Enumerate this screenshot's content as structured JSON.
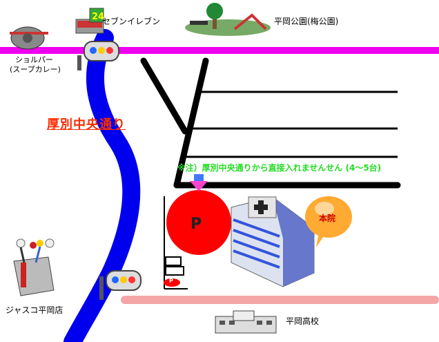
{
  "labels": {
    "seven_eleven": "セブンイレブン",
    "seven_eleven_badge": "24",
    "hiraoka_park": "平岡公園(梅公園)",
    "shorupa_1": "ショルパー",
    "shorupa_2": "(スープカレー)",
    "road_name": "厚別中央通り",
    "note": "※注）厚別中央通りから直接入れませんせん (4～5台)",
    "parking": "P",
    "parking_small": "P",
    "main_building": "本院",
    "jusco": "ジャスコ平岡店",
    "high_school": "平岡高校"
  },
  "colors": {
    "main_road": "#0000ee",
    "top_road": "#ee00ee",
    "bottom_road": "#f4a6a6",
    "side_streets": "#000000",
    "parking": "#ff0000",
    "road_name_text": "#ff2a00",
    "note_text": "#22dd22",
    "bubble": "#ffaa33"
  },
  "icons": [
    "seven-eleven-icon",
    "park-icon",
    "restaurant-icon",
    "traffic-light-icon",
    "parking-icon",
    "hospital-building-icon",
    "jusco-store-icon",
    "high-school-icon",
    "down-arrow-icon"
  ]
}
